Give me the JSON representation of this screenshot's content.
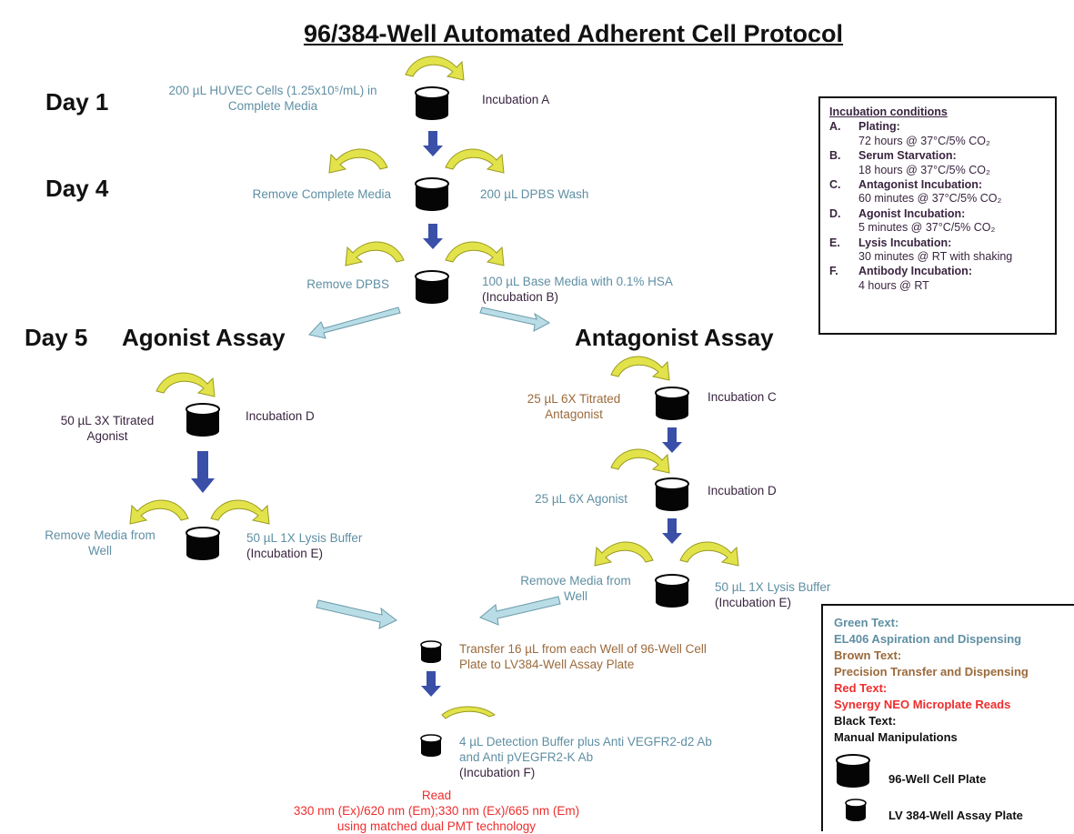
{
  "title": "96/384-Well Automated Adherent Cell Protocol",
  "days": {
    "day1": "Day 1",
    "day4": "Day 4",
    "day5": "Day 5"
  },
  "assays": {
    "agonist": "Agonist Assay",
    "antagonist": "Antagonist Assay"
  },
  "steps": {
    "huvec_line1": "200 µL HUVEC Cells (1.25x10⁵/mL) in",
    "huvec_line2": "Complete Media",
    "incubation_a": "Incubation A",
    "remove_complete_media": "Remove Complete Media",
    "dpbs_wash": "200 µL DPBS Wash",
    "remove_dpbs": "Remove DPBS",
    "base_media": "100 µL Base Media with 0.1% HSA",
    "incubation_b": "(Incubation B)",
    "agonist_titrated_line1": "50 µL 3X Titrated",
    "agonist_titrated_line2": "Agonist",
    "agonist_incubation_d": "Incubation D",
    "agonist_remove_media_line1": "Remove Media from",
    "agonist_remove_media_line2": "Well",
    "agonist_lysis": "50 µL 1X Lysis Buffer",
    "agonist_incubation_e": "(Incubation E)",
    "antagonist_titrated_line1": "25 µL 6X Titrated",
    "antagonist_titrated_line2": "Antagonist",
    "antagonist_incubation_c": "Incubation C",
    "antagonist_agonist": "25 µL 6X Agonist",
    "antagonist_incubation_d": "Incubation D",
    "antagonist_remove_media_line1": "Remove Media from",
    "antagonist_remove_media_line2": "Well",
    "antagonist_lysis": "50 µL 1X Lysis Buffer",
    "antagonist_incubation_e": "(Incubation E)",
    "transfer_line1": "Transfer 16 µL from each Well of 96-Well Cell",
    "transfer_line2": "Plate to LV384-Well  Assay Plate",
    "detection_line1": "4 µL Detection Buffer plus Anti VEGFR2-d2 Ab",
    "detection_line2": "and Anti pVEGFR2-K Ab",
    "incubation_f": "(Incubation F)",
    "read_line1": "Read",
    "read_line2": "330 nm (Ex)/620 nm (Em);330 nm (Ex)/665 nm (Em)",
    "read_line3": "using matched dual PMT technology"
  },
  "incubation_conditions": {
    "heading": "Incubation conditions",
    "items": [
      {
        "letter": "A.",
        "name": "Plating:",
        "detail": "72 hours @ 37°C/5%  CO₂"
      },
      {
        "letter": "B.",
        "name": "Serum Starvation:",
        "detail": "18 hours @ 37°C/5% CO₂"
      },
      {
        "letter": "C.",
        "name": "Antagonist Incubation:",
        "detail": "60 minutes @ 37°C/5% CO₂"
      },
      {
        "letter": "D.",
        "name": "Agonist Incubation:",
        "detail": "5 minutes @ 37°C/5%  CO₂"
      },
      {
        "letter": "E.",
        "name": "Lysis Incubation:",
        "detail": "30 minutes @ RT with shaking"
      },
      {
        "letter": "F.",
        "name": "Antibody Incubation:",
        "detail": "4 hours @ RT"
      }
    ]
  },
  "legend": {
    "green_title": "Green Text:",
    "green_desc": "EL406 Aspiration and Dispensing",
    "brown_title": "Brown Text:",
    "brown_desc": "Precision Transfer and Dispensing",
    "red_title": "Red Text:",
    "red_desc": "Synergy NEO Microplate Reads",
    "black_title": "Black Text:",
    "black_desc": "Manual Manipulations",
    "plate96": "96-Well Cell Plate",
    "plate384": "LV 384-Well Assay Plate"
  },
  "colors": {
    "green_text": "#5f8fa3",
    "brown_text": "#9b6a3c",
    "red_text": "#ee2d2d",
    "black_text": "#3a2540",
    "down_arrow": "#3a4fa8",
    "branch_arrow": "#b9dde6",
    "curved_arrow": "#e2e24a"
  },
  "icons": {
    "plate": "cylinder-plate-icon",
    "down": "down-arrow-icon",
    "curved": "curved-arrow-icon",
    "branch": "branch-arrow-icon"
  }
}
